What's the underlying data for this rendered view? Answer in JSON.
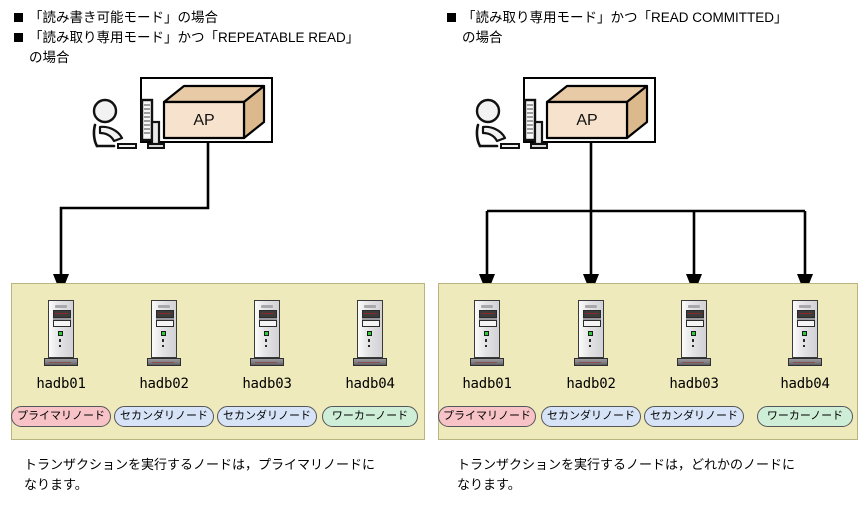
{
  "diagram_title": "HADB cluster transaction node assignment by access mode",
  "panels": [
    {
      "id": "left",
      "headers": [
        {
          "bullet": "■",
          "text": "「読み書き可能モード」の場合"
        },
        {
          "bullet": "■",
          "text": "「読み取り専用モード」かつ「REPEATABLE READ」",
          "cont": "の場合"
        }
      ],
      "ap": {
        "label": "AP"
      },
      "actor": "user-at-terminal",
      "connector": {
        "type": "single-arrow",
        "targets": [
          "hadb01"
        ]
      },
      "nodes": [
        {
          "name": "hadb01",
          "role": "プライマリノード",
          "role_color": "#f7c3c6"
        },
        {
          "name": "hadb02",
          "role": "セカンダリノード",
          "role_color": "#d7e4f7"
        },
        {
          "name": "hadb03",
          "role": "セカンダリノード",
          "role_color": "#d7e4f7"
        },
        {
          "name": "hadb04",
          "role": "ワーカーノード",
          "role_color": "#cfeed8"
        }
      ],
      "caption": "トランザクションを実行するノードは，プライマリノードに\nなります。"
    },
    {
      "id": "right",
      "headers": [
        {
          "bullet": "■",
          "text": "「読み取り専用モード」かつ「READ COMMITTED」",
          "cont": "の場合"
        }
      ],
      "ap": {
        "label": "AP"
      },
      "actor": "user-at-terminal",
      "connector": {
        "type": "bus-four-arrows",
        "targets": [
          "hadb01",
          "hadb02",
          "hadb03",
          "hadb04"
        ]
      },
      "nodes": [
        {
          "name": "hadb01",
          "role": "プライマリノード",
          "role_color": "#f7c3c6"
        },
        {
          "name": "hadb02",
          "role": "セカンダリノード",
          "role_color": "#d7e4f7"
        },
        {
          "name": "hadb03",
          "role": "セカンダリノード",
          "role_color": "#d7e4f7"
        },
        {
          "name": "hadb04",
          "role": "ワーカーノード",
          "role_color": "#cfeed8"
        }
      ],
      "caption": "トランザクションを実行するノードは，どれかのノードに\nなります。"
    }
  ],
  "colors": {
    "cluster_band": "#eeeabc",
    "cluster_border": "#b9b581",
    "ap_front": "#f7e3cd",
    "ap_top": "#e8cba6",
    "ap_side": "#dcb98d",
    "line": "#000000",
    "primary_pill": "#f7c3c6",
    "secondary_pill": "#d7e4f7",
    "worker_pill": "#cfeed8"
  }
}
